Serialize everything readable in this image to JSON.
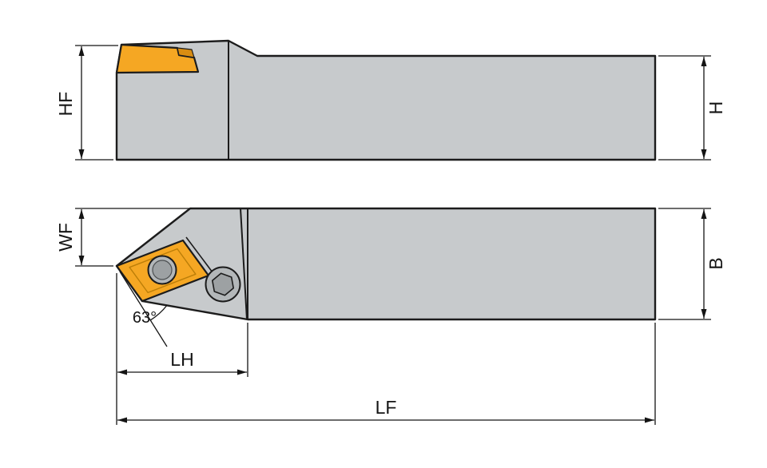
{
  "labels": {
    "hf": "HF",
    "h": "H",
    "wf": "WF",
    "b": "B",
    "angle": "63°",
    "lh": "LH",
    "lf": "LF"
  },
  "colors": {
    "background": "#ffffff",
    "body": "#c7cacc",
    "edge": "#1c1c1c",
    "dim": "#141414",
    "insert": "#f5a723",
    "insert_shadow": "#d98d12",
    "insert_inner": "#bc7e08",
    "screw": "#b3b7b9",
    "screw_dark": "#9da1a3"
  }
}
